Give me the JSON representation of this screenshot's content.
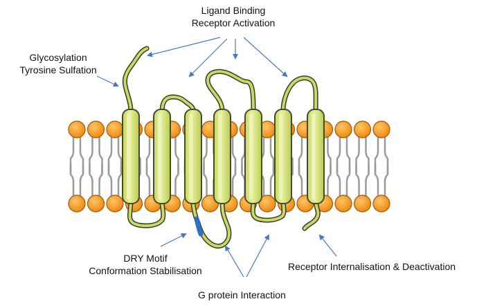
{
  "labels": {
    "ligand": {
      "line1": "Ligand Binding",
      "line2": "Receptor Activation"
    },
    "glyco": {
      "line1": "Glycosylation",
      "line2": "Tyrosine Sulfation"
    },
    "dry": {
      "line1": "DRY Motif",
      "line2": "Conformation Stabilisation"
    },
    "gprotein": "G protein Interaction",
    "internal": "Receptor Internalisation & Deactivation"
  },
  "colors": {
    "lipid_head": "#f59b1f",
    "lipid_head_stroke": "#9a5a10",
    "lipid_tail": "#9a9a9a",
    "helix_fill": "#d4e67a",
    "helix_stroke": "#4a4a2a",
    "loop": "#c8d96a",
    "loop_outline": "#3a3a22",
    "dry_segment": "#2f6fc4",
    "arrow": "#4a78c0"
  },
  "helices": 7
}
